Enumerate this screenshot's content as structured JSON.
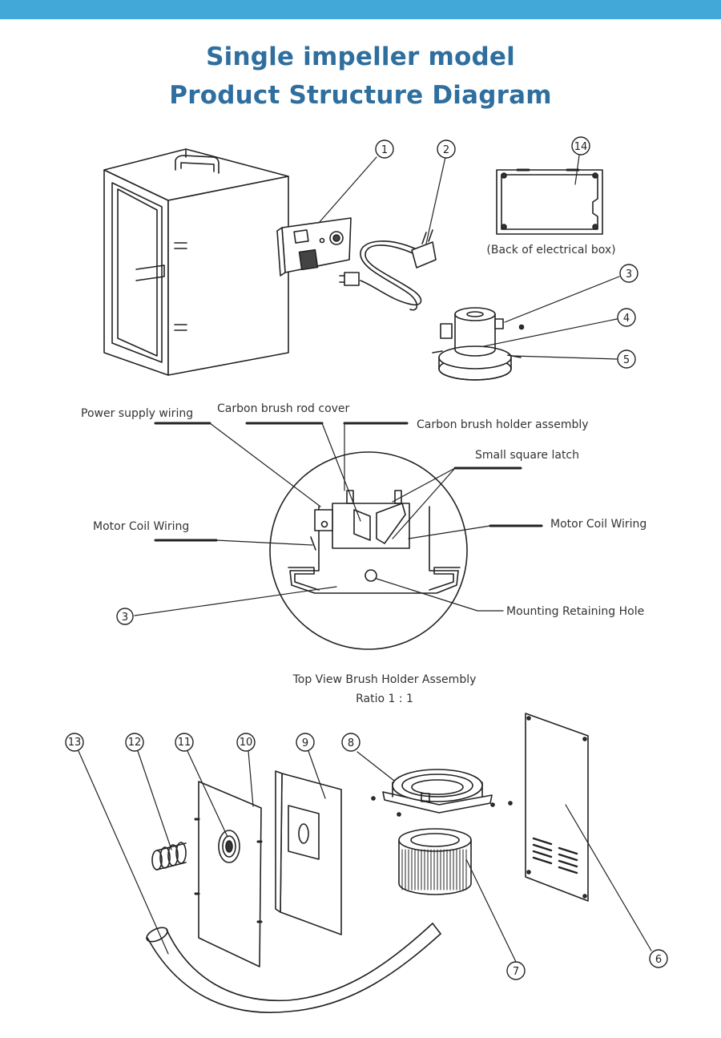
{
  "title_line1": "Single impeller model",
  "title_line2": "Product Structure Diagram",
  "colors": {
    "top_bar": "#41a8d8",
    "title": "#2f6f9f",
    "line": "#222222"
  },
  "callouts": [
    "1",
    "2",
    "14",
    "3",
    "4",
    "5",
    "13",
    "12",
    "11",
    "10",
    "9",
    "8",
    "7",
    "6"
  ],
  "back_box_caption": "(Back of electrical box)",
  "detail": {
    "power_supply_wiring": "Power supply wiring",
    "rod_cover": "Carbon brush rod cover",
    "holder_assembly": "Carbon brush holder assembly",
    "square_latch": "Small square latch",
    "coil_left": "Motor Coil Wiring",
    "coil_right": "Motor Coil Wiring",
    "retaining_hole": "Mounting Retaining Hole",
    "part_ref": "3",
    "caption_line1": "Top View Brush Holder Assembly",
    "caption_line2": "Ratio 1 : 1"
  }
}
